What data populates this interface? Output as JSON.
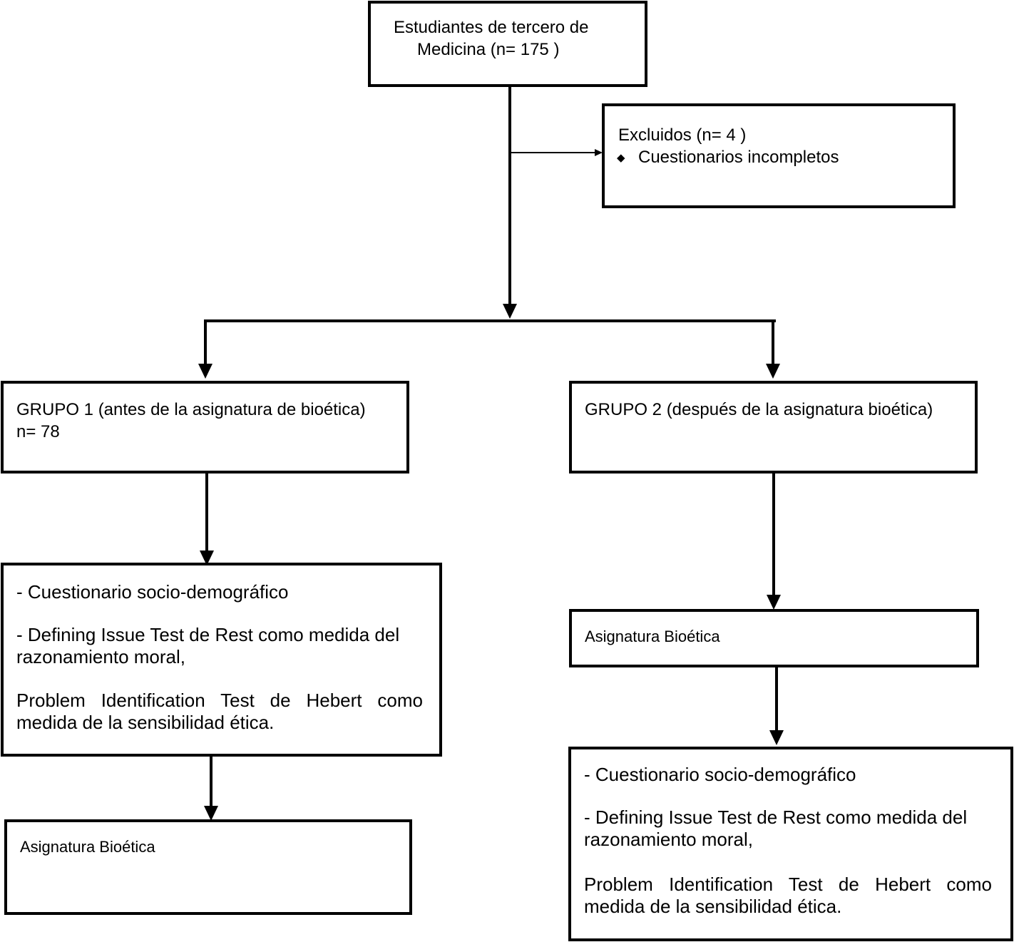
{
  "nodes": {
    "students": {
      "line1": "Estudiantes de tercero de",
      "line2": "Medicina (n= 175 )"
    },
    "excluded": {
      "title": "Excluidos  (n= 4 )",
      "bullet": "Cuestionarios incompletos"
    },
    "group1": {
      "line1": "GRUPO 1 (antes de la asignatura de bioética)",
      "line2": "n= 78"
    },
    "group2": {
      "line1": "GRUPO 2 (después de la asignatura bioética)"
    },
    "g1_tests": {
      "item1": "- Cuestionario socio-demográfico",
      "item2": "- Defining Issue Test de Rest como medida del razonamiento moral,",
      "item3": "Problem Identification Test de Hebert como medida de la sensibilidad ética."
    },
    "g1_course": {
      "label": "Asignatura Bioética"
    },
    "g2_course": {
      "label": "Asignatura Bioética"
    },
    "g2_tests": {
      "item1": "- Cuestionario socio-demográfico",
      "item2": "- Defining Issue Test de Rest como medida del razonamiento moral,",
      "item3": "Problem Identification Test de Hebert como medida de la sensibilidad ética."
    }
  }
}
